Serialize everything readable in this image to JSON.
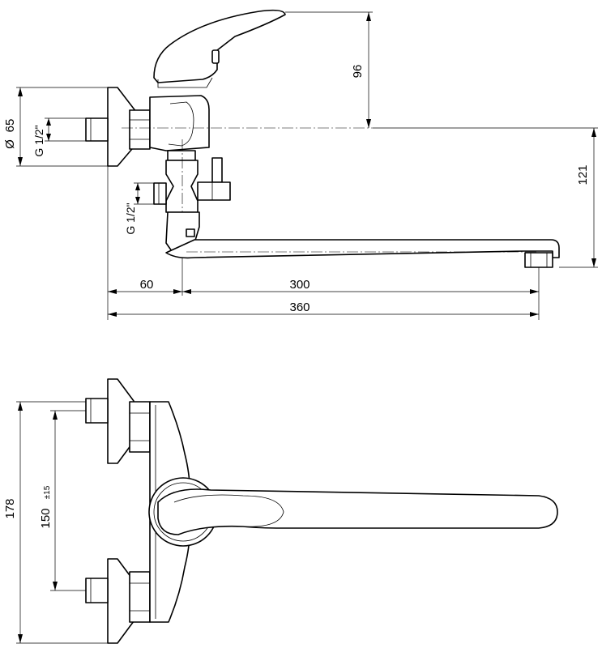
{
  "dimensions": {
    "height_handle": "96",
    "diameter_flange": "65",
    "diameter_symbol": "Ø",
    "thread_top": "G 1/2\"",
    "thread_lower": "G 1/2\"",
    "height_spout": "121",
    "offset_left": "60",
    "spout_reach": "300",
    "total_length": "360",
    "inlet_span": "178",
    "center_distance": "150",
    "center_tolerance": "±15"
  }
}
